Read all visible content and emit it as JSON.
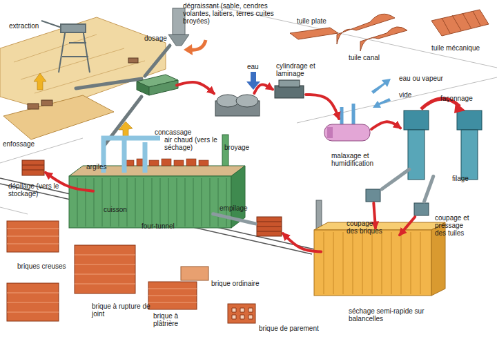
{
  "diagram": {
    "nodes": [
      {
        "text": [
          "extraction"
        ]
      },
      {
        "text": [
          "dosage"
        ]
      },
      {
        "text": [
          "concassage"
        ]
      },
      {
        "text": [
          "broyage"
        ]
      },
      {
        "text": [
          "cylindrage et laminage"
        ]
      },
      {
        "text": [
          "malaxage et humidification"
        ]
      },
      {
        "text": [
          "façonnage",
          "filage"
        ]
      },
      {
        "text": [
          "coupage des briques"
        ]
      },
      {
        "text": [
          "coupage et pressage des tuiles"
        ]
      },
      {
        "text": [
          "séchage semi-rapide sur balancelles"
        ]
      },
      {
        "text": [
          "empilage"
        ]
      },
      {
        "text": [
          "cuisson",
          "four-tunnel"
        ]
      },
      {
        "text": [
          "dépilage (vers le stockage)"
        ]
      }
    ],
    "edges": [
      {
        "from": 2,
        "to": 3,
        "arrow": "to"
      },
      {
        "from": 3,
        "to": 4,
        "arrow": "to"
      },
      {
        "from": 4,
        "to": 5,
        "arrow": "to"
      },
      {
        "from": 5,
        "to": 6,
        "arrow": "to"
      },
      {
        "from": 6,
        "to": 7,
        "arrow": "none"
      },
      {
        "from": 6,
        "to": 8,
        "arrow": "none"
      },
      {
        "from": 7,
        "to": 9,
        "arrow": "to"
      },
      {
        "from": 8,
        "to": 9,
        "arrow": "to"
      },
      {
        "from": 9,
        "to": 10,
        "arrow": "to"
      },
      {
        "from": 10,
        "to": 11,
        "arrow": "none"
      },
      {
        "from": 11,
        "to": 12,
        "arrow": "to"
      }
    ],
    "labels": [
      "dégraissant (sable, cendres volantes, laitiers, terres cuites broyées)",
      "tuile plate",
      "tuile canal",
      "tuile mécanique",
      "eau",
      "eau ou vapeur",
      "vide",
      "argiles",
      "enfossage",
      "air chaud (vers le séchage)",
      "briques creuses",
      "brique ordinaire",
      "brique à rupture de joint",
      "brique à plâtrière",
      "brique de parement"
    ]
  }
}
